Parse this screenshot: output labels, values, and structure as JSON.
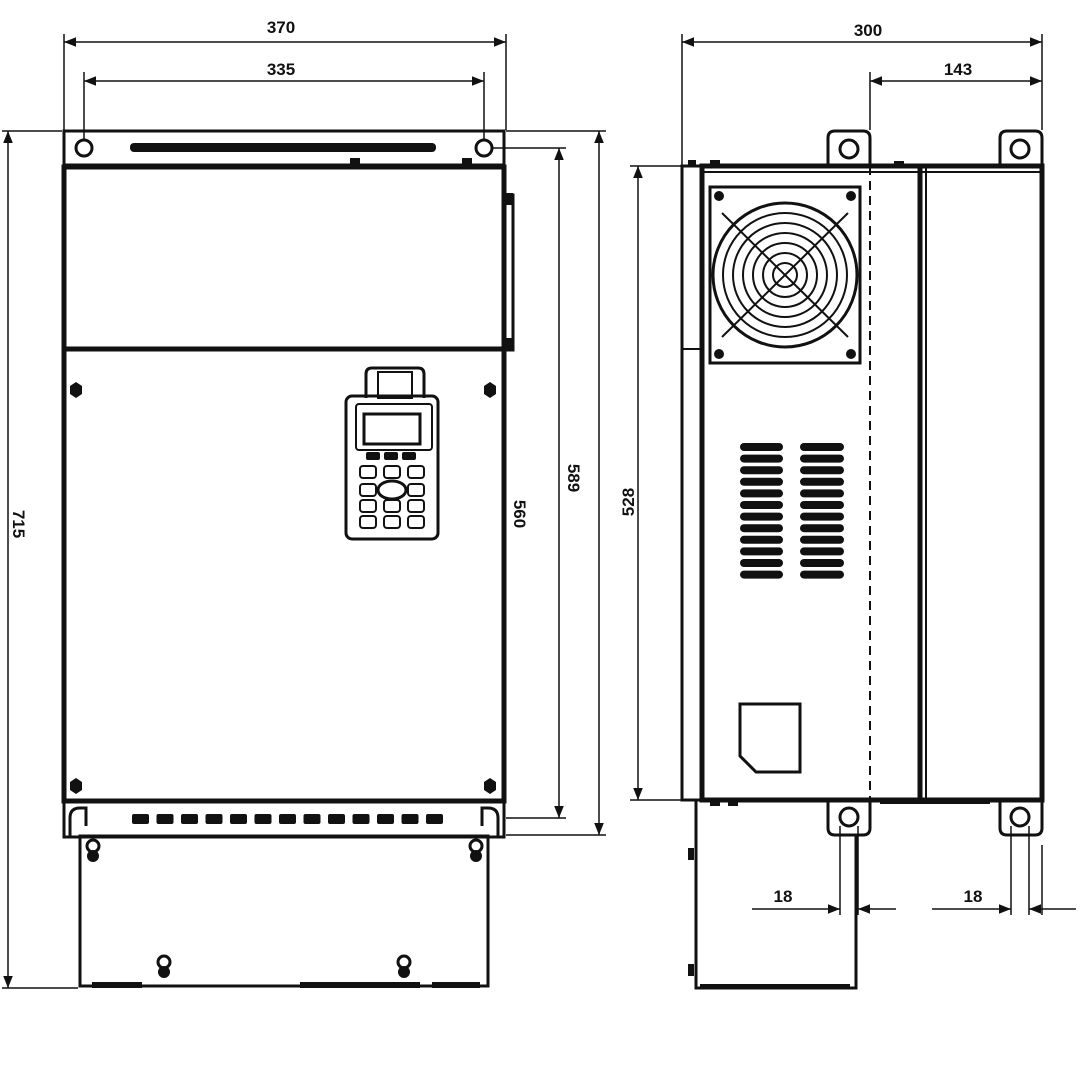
{
  "dimensions": {
    "front_total_width": "370",
    "front_mount_spacing": "335",
    "front_total_height": "715",
    "front_mount_height": "589",
    "front_body_height": "560",
    "side_total_depth": "300",
    "side_mount_offset": "143",
    "side_body_height": "528",
    "side_hole_dia_left": "18",
    "side_hole_dia_right": "18"
  },
  "colors": {
    "line": "#111111",
    "background": "#ffffff"
  }
}
